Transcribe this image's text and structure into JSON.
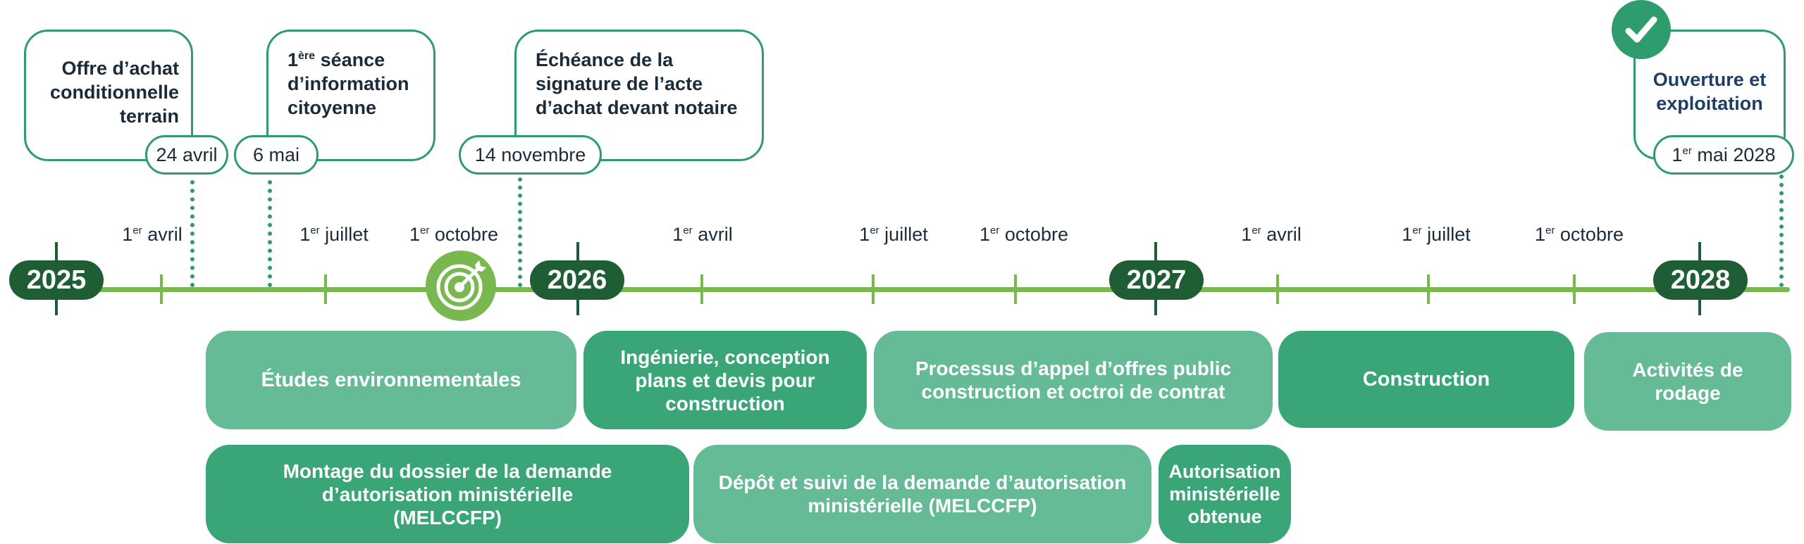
{
  "years": [
    "2025",
    "2026",
    "2027",
    "2028"
  ],
  "months": {
    "avril": "avril",
    "juillet": "juillet",
    "octobre": "octobre",
    "ordinal": "1",
    "er": "er"
  },
  "milestones": {
    "m1": {
      "title_l1": "Offre d’achat",
      "title_l2": "conditionnelle",
      "title_l3": "terrain",
      "date": "24 avril"
    },
    "m2": {
      "title_pre": "1",
      "title_sup": "ère",
      "title_l1_rest": " séance",
      "title_l2": "d’information",
      "title_l3": "citoyenne",
      "date": "6 mai"
    },
    "m3": {
      "title_l1": "Échéance de la",
      "title_l2": "signature de l’acte",
      "title_l3": "d’achat devant notaire",
      "date": "14 novembre"
    },
    "m4": {
      "title_l1": "Ouverture et",
      "title_l2": "exploitation",
      "date_pre": "1",
      "date_sup": "er",
      "date_rest": " mai 2028"
    }
  },
  "phases": {
    "etudes": "Études environnementales",
    "ingenierie_l1": "Ingénierie, conception",
    "ingenierie_l2": "plans et devis pour",
    "ingenierie_l3": "construction",
    "appel_l1": "Processus d’appel d’offres public",
    "appel_l2": "construction et octroi de contrat",
    "construction": "Construction",
    "rodage_l1": "Activités de",
    "rodage_l2": "rodage",
    "montage_l1": "Montage du dossier de la demande",
    "montage_l2": "d’autorisation ministérielle",
    "montage_l3": "(MELCCFP)",
    "depot_l1": "Dépôt et suivi de la demande d’autorisation",
    "depot_l2": "ministérielle (MELCCFP)",
    "autorisation_l1": "Autorisation",
    "autorisation_l2": "ministérielle",
    "autorisation_l3": "obtenue"
  },
  "icons": {
    "target": "target-arrow-icon",
    "check": "checkmark-icon"
  },
  "colors": {
    "axis": "#79b84f",
    "year": "#1f5e34",
    "accent": "#2e9c6c",
    "phase_light": "#66bb97",
    "phase_dark": "#3aa577"
  }
}
